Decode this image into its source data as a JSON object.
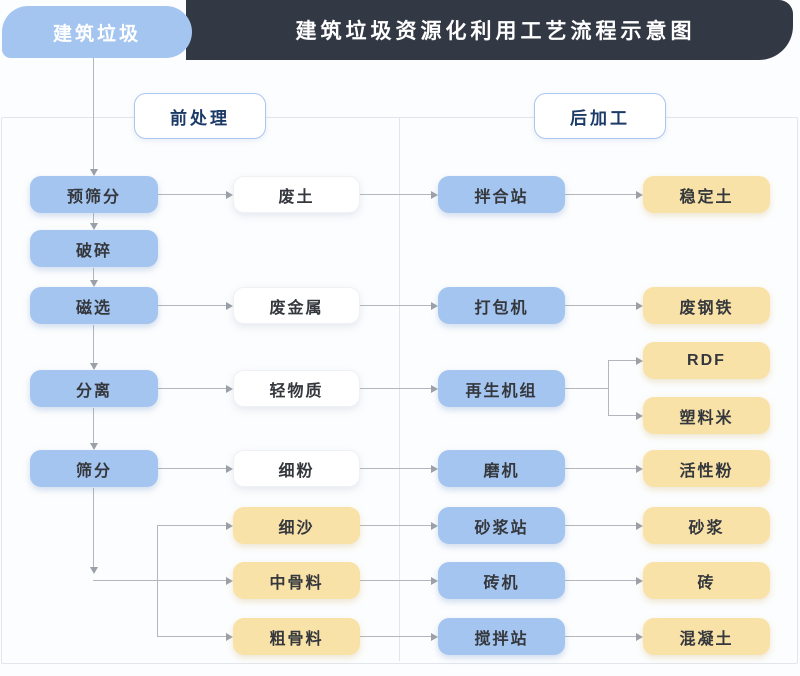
{
  "header": {
    "tab_label": "建筑垃圾",
    "title": "建筑垃圾资源化利用工艺流程示意图"
  },
  "sections": {
    "pre": "前处理",
    "post": "后加工"
  },
  "colors": {
    "tab_blue": "#a4c5ef",
    "header_dark": "#333944",
    "node_blue": "#a4c5ef",
    "node_yellow": "#f9e2a8",
    "white_node": "#ffffff",
    "line": "#b3b6bc",
    "arrow_head": "#9aa0a8",
    "section_text": "#1c3a68",
    "section_border": "#a9c7f0",
    "node_text": "#34373c",
    "frame": "#e2e6ec"
  },
  "nodes": [
    {
      "id": "pre-screening",
      "label": "预筛分",
      "tone": "blue",
      "kind": "process"
    },
    {
      "id": "crushing",
      "label": "破碎",
      "tone": "blue",
      "kind": "process"
    },
    {
      "id": "magnetic-separation",
      "label": "磁选",
      "tone": "blue",
      "kind": "process"
    },
    {
      "id": "separation",
      "label": "分离",
      "tone": "blue",
      "kind": "process"
    },
    {
      "id": "screening",
      "label": "筛分",
      "tone": "blue",
      "kind": "process"
    },
    {
      "id": "waste-soil",
      "label": "废土",
      "tone": "white",
      "kind": "material"
    },
    {
      "id": "waste-metal",
      "label": "废金属",
      "tone": "white",
      "kind": "material"
    },
    {
      "id": "light-material",
      "label": "轻物质",
      "tone": "white",
      "kind": "material"
    },
    {
      "id": "fine-powder",
      "label": "细粉",
      "tone": "white",
      "kind": "material"
    },
    {
      "id": "fine-sand",
      "label": "细沙",
      "tone": "yellow",
      "kind": "material"
    },
    {
      "id": "medium-aggregate",
      "label": "中骨料",
      "tone": "yellow",
      "kind": "material"
    },
    {
      "id": "coarse-aggregate",
      "label": "粗骨料",
      "tone": "yellow",
      "kind": "material"
    },
    {
      "id": "mixing-station",
      "label": "拌合站",
      "tone": "blue",
      "kind": "machine"
    },
    {
      "id": "baler",
      "label": "打包机",
      "tone": "blue",
      "kind": "machine"
    },
    {
      "id": "regeneration-unit",
      "label": "再生机组",
      "tone": "blue",
      "kind": "machine"
    },
    {
      "id": "mill",
      "label": "磨机",
      "tone": "blue",
      "kind": "machine"
    },
    {
      "id": "mortar-station",
      "label": "砂浆站",
      "tone": "blue",
      "kind": "machine"
    },
    {
      "id": "brick-machine",
      "label": "砖机",
      "tone": "blue",
      "kind": "machine"
    },
    {
      "id": "concrete-mixing-station",
      "label": "搅拌站",
      "tone": "blue",
      "kind": "machine"
    },
    {
      "id": "stabilized-soil",
      "label": "稳定土",
      "tone": "yellow",
      "kind": "product"
    },
    {
      "id": "scrap-steel",
      "label": "废钢铁",
      "tone": "yellow",
      "kind": "product"
    },
    {
      "id": "rdf",
      "label": "RDF",
      "tone": "yellow",
      "kind": "product"
    },
    {
      "id": "plastic-pellets",
      "label": "塑料米",
      "tone": "yellow",
      "kind": "product"
    },
    {
      "id": "active-powder",
      "label": "活性粉",
      "tone": "yellow",
      "kind": "product"
    },
    {
      "id": "mortar",
      "label": "砂浆",
      "tone": "yellow",
      "kind": "product"
    },
    {
      "id": "brick",
      "label": "砖",
      "tone": "yellow",
      "kind": "product"
    },
    {
      "id": "concrete",
      "label": "混凝土",
      "tone": "yellow",
      "kind": "product"
    }
  ],
  "links": [
    {
      "from": "建筑垃圾",
      "to": "预筛分"
    },
    {
      "from": "预筛分",
      "to": "破碎"
    },
    {
      "from": "破碎",
      "to": "磁选"
    },
    {
      "from": "磁选",
      "to": "分离"
    },
    {
      "from": "分离",
      "to": "筛分"
    },
    {
      "from": "预筛分",
      "to": "废土"
    },
    {
      "from": "废土",
      "to": "拌合站"
    },
    {
      "from": "拌合站",
      "to": "稳定土"
    },
    {
      "from": "磁选",
      "to": "废金属"
    },
    {
      "from": "废金属",
      "to": "打包机"
    },
    {
      "from": "打包机",
      "to": "废钢铁"
    },
    {
      "from": "分离",
      "to": "轻物质"
    },
    {
      "from": "轻物质",
      "to": "再生机组"
    },
    {
      "from": "再生机组",
      "to": "RDF"
    },
    {
      "from": "再生机组",
      "to": "塑料米"
    },
    {
      "from": "筛分",
      "to": "细粉"
    },
    {
      "from": "细粉",
      "to": "磨机"
    },
    {
      "from": "磨机",
      "to": "活性粉"
    },
    {
      "from": "筛分",
      "to": "细沙"
    },
    {
      "from": "筛分",
      "to": "中骨料"
    },
    {
      "from": "筛分",
      "to": "粗骨料"
    },
    {
      "from": "细沙",
      "to": "砂浆站"
    },
    {
      "from": "砂浆站",
      "to": "砂浆"
    },
    {
      "from": "中骨料",
      "to": "砖机"
    },
    {
      "from": "砖机",
      "to": "砖"
    },
    {
      "from": "粗骨料",
      "to": "搅拌站"
    },
    {
      "from": "搅拌站",
      "to": "混凝土"
    }
  ]
}
